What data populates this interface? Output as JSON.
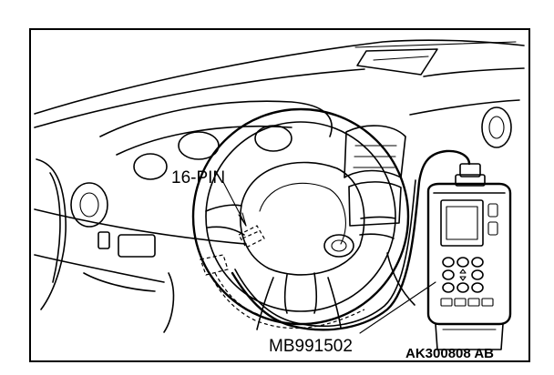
{
  "labels": {
    "connector": "16-PIN",
    "tool_part_number": "MB991502",
    "figure_code": "AK300808 AB"
  },
  "colors": {
    "line": "#000000",
    "background": "#ffffff"
  }
}
